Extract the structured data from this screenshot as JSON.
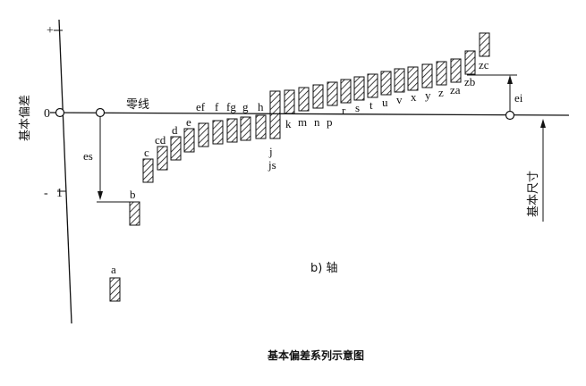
{
  "axis": {
    "plus": "+",
    "zero": "0",
    "minus": "-",
    "one": "1",
    "ylabel": "基本偏差",
    "zero_line": "零线",
    "size_label": "基本尺寸"
  },
  "dims": {
    "es": "es",
    "ei": "ei"
  },
  "letters": {
    "a": "a",
    "b": "b",
    "c": "c",
    "cd": "cd",
    "d": "d",
    "e": "e",
    "ef": "ef",
    "f": "f",
    "fg": "fg",
    "g": "g",
    "h": "h",
    "j": "j",
    "js": "js",
    "k": "k",
    "m": "m",
    "n": "n",
    "p": "p",
    "r": "r",
    "s": "s",
    "t": "t",
    "u": "u",
    "v": "v",
    "x": "x",
    "y": "y",
    "z": "z",
    "za": "za",
    "zb": "zb",
    "zc": "zc"
  },
  "subtitle": "b) 轴",
  "caption": "基本偏差系列示意图"
}
